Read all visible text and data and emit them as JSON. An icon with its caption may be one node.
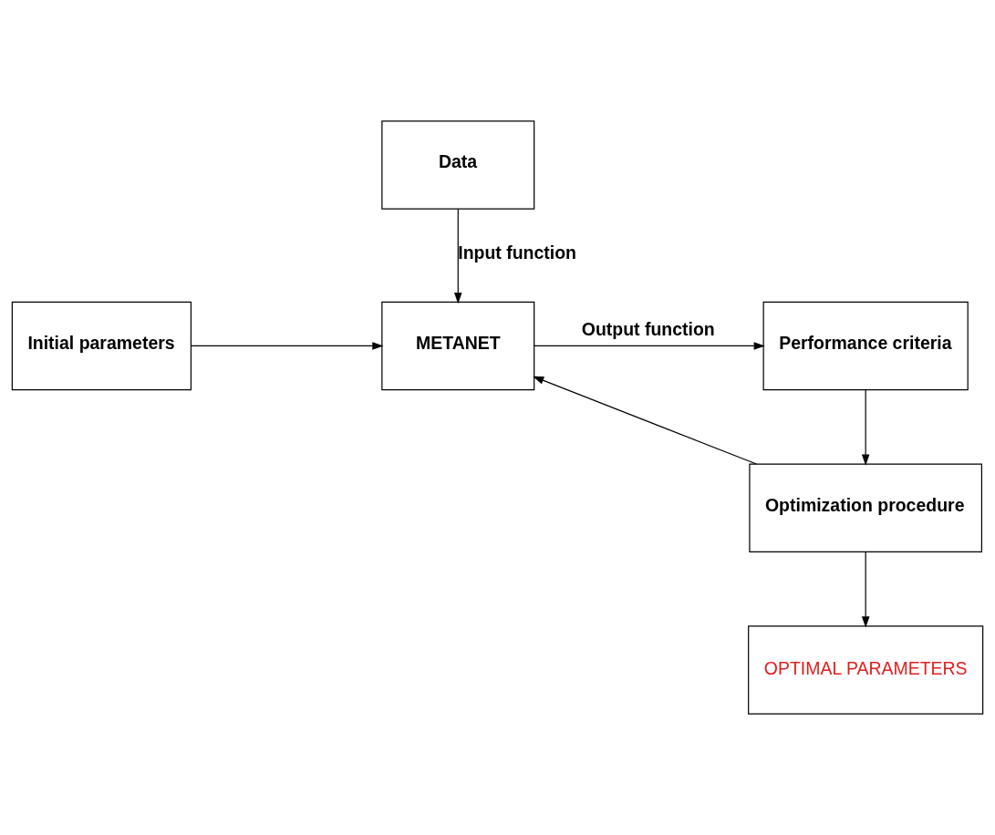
{
  "diagram": {
    "nodes": [
      {
        "text": [
          "Data"
        ]
      },
      {
        "text": [
          "Initial parameters"
        ]
      },
      {
        "text": [
          "METANET"
        ]
      },
      {
        "text": [
          "Performance criteria"
        ]
      },
      {
        "text": [
          "Optimization procedure"
        ]
      },
      {
        "text": [
          "OPTIMAL PARAMETERS"
        ]
      }
    ],
    "edges": [
      {
        "from": 0,
        "to": 2,
        "arrow": "to",
        "label": "Input function"
      },
      {
        "from": 1,
        "to": 2,
        "arrow": "to"
      },
      {
        "from": 2,
        "to": 3,
        "arrow": "to",
        "label": "Output function"
      },
      {
        "from": 3,
        "to": 4,
        "arrow": "to"
      },
      {
        "from": 4,
        "to": 2,
        "arrow": "to"
      },
      {
        "from": 4,
        "to": 5,
        "arrow": "to"
      }
    ]
  }
}
